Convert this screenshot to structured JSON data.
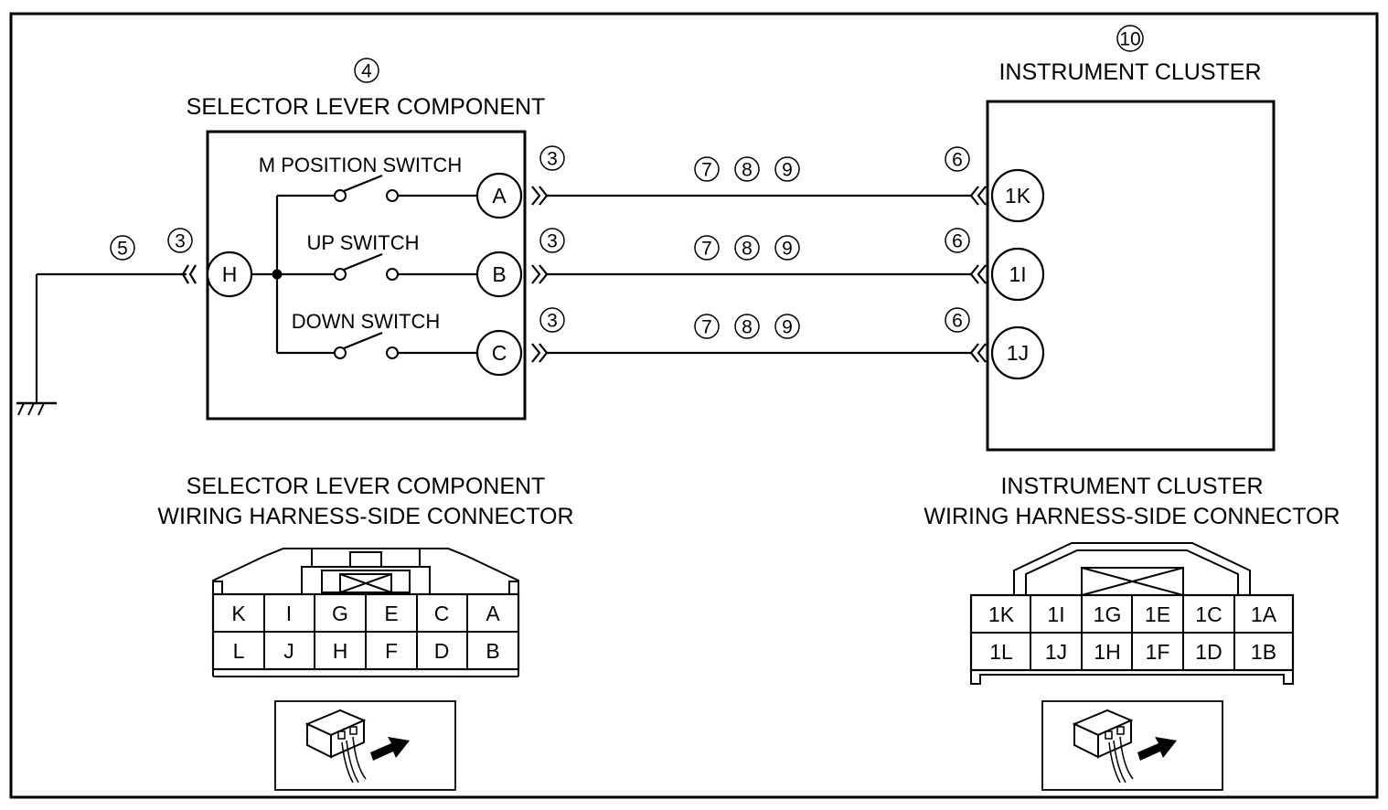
{
  "labels": {
    "selector_title": "SELECTOR LEVER COMPONENT",
    "selector_number": "4",
    "cluster_title": "INSTRUMENT CLUSTER",
    "cluster_number": "10",
    "m_switch": "M POSITION SWITCH",
    "up_switch": "UP SWITCH",
    "down_switch": "DOWN SWITCH",
    "selector_conn_line1": "SELECTOR LEVER COMPONENT",
    "selector_conn_line2": "WIRING HARNESS-SIDE CONNECTOR",
    "cluster_conn_line1": "INSTRUMENT CLUSTER",
    "cluster_conn_line2": "WIRING HARNESS-SIDE CONNECTOR"
  },
  "callouts": {
    "ground_wire": "5",
    "terminal_h_connector": "3",
    "connector_a": "3",
    "connector_b": "3",
    "connector_c": "3",
    "cluster_connector_1k": "6",
    "cluster_connector_1i": "6",
    "cluster_connector_1j": "6",
    "wire_a": [
      "7",
      "8",
      "9"
    ],
    "wire_b": [
      "7",
      "8",
      "9"
    ],
    "wire_c": [
      "7",
      "8",
      "9"
    ]
  },
  "terminals": {
    "selector_ground": "H",
    "selector_m": "A",
    "selector_up": "B",
    "selector_down": "C",
    "cluster_m": "1K",
    "cluster_up": "1I",
    "cluster_down": "1J"
  },
  "selector_connector": {
    "top_row": [
      "K",
      "I",
      "G",
      "E",
      "C",
      "A"
    ],
    "bottom_row": [
      "L",
      "J",
      "H",
      "F",
      "D",
      "B"
    ]
  },
  "cluster_connector": {
    "top_row": [
      "1K",
      "1I",
      "1G",
      "1E",
      "1C",
      "1A"
    ],
    "bottom_row": [
      "1L",
      "1J",
      "1H",
      "1F",
      "1D",
      "1B"
    ]
  }
}
